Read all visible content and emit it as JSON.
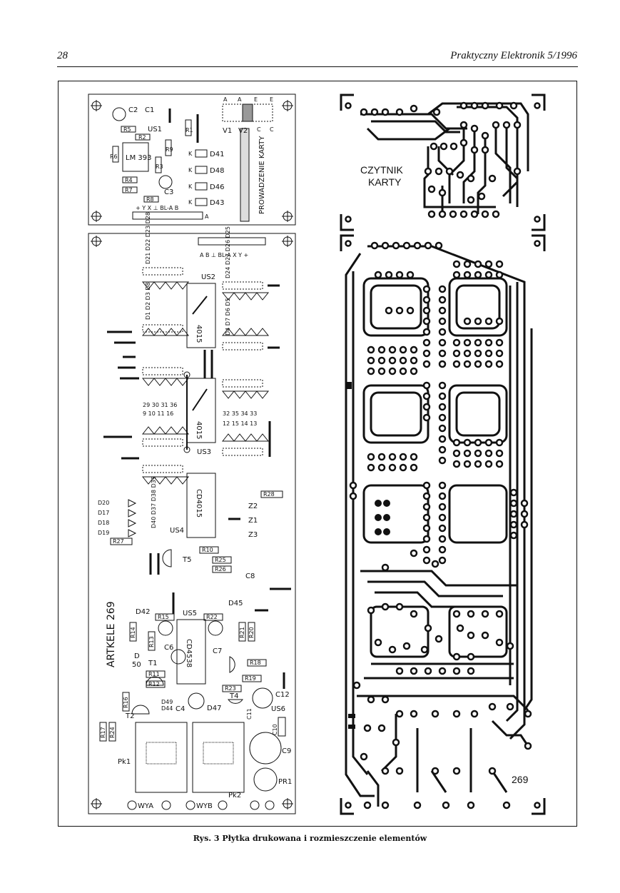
{
  "header": {
    "page_number": "28",
    "journal": "Praktyczny Elektronik 5/1996"
  },
  "caption": "Rys. 3 Płytka drukowana i rozmieszczenie elementów",
  "layout_board": {
    "top_module": {
      "components": [
        "C2",
        "C1",
        "R5",
        "US1",
        "R2",
        "R1",
        "R6",
        "LM 393",
        "R9",
        "R3",
        "R4",
        "R7",
        "C3",
        "R8",
        "D41",
        "D48",
        "D46",
        "D43",
        "V1",
        "V2"
      ],
      "pins_top": [
        "A",
        "A",
        "E",
        "E"
      ],
      "pins_cc": [
        "C",
        "C"
      ],
      "connector_labels": "+ Y X ⊥ BL-A B",
      "connector_end": "A",
      "side_label": "PROWADZENIE KARTY",
      "diode_prefix": "K"
    },
    "main_module": {
      "connector_labels": "A B ⊥ BL-A X Y +",
      "diode_groups": [
        "D21 D22 D23 D28",
        "D24 D27 D26 D25",
        "D1 D2 D3 D8",
        "D4 D7 D6 D5"
      ],
      "number_rows": [
        "29 30 31 36",
        "9 10 11 16",
        "32 35 34 33",
        "12 15 14 13"
      ],
      "ics": [
        "US2",
        "4015",
        "US3",
        "CD4015",
        "US4",
        "US5",
        "CD4538",
        "US6"
      ],
      "left_diodes": [
        "D20",
        "D17",
        "D18",
        "D19"
      ],
      "diode_column": "D40 D37 D38 D39",
      "resistors": [
        "R28",
        "R27",
        "R10",
        "R25",
        "R26",
        "R15",
        "R22",
        "R14",
        "R13",
        "R21",
        "R20",
        "R18",
        "R19",
        "R11",
        "R12",
        "R23",
        "R16",
        "R17",
        "R24"
      ],
      "zener": [
        "Z2",
        "Z1",
        "Z3"
      ],
      "misc": [
        "T5",
        "C8",
        "D45",
        "D42",
        "C6",
        "T1",
        "C7",
        "D",
        "50",
        "C12",
        "T4",
        "D49",
        "D44",
        "C4",
        "D47",
        "C11",
        "C10",
        "T2",
        "C9",
        "Pk1",
        "PR1",
        "Pk2"
      ],
      "outputs": [
        "WYA",
        "WYB"
      ],
      "article_label": "ARTKELE 269"
    }
  },
  "pcb_board": {
    "label_top": "CZYTNIK KARTY",
    "label_bottom": "269"
  }
}
